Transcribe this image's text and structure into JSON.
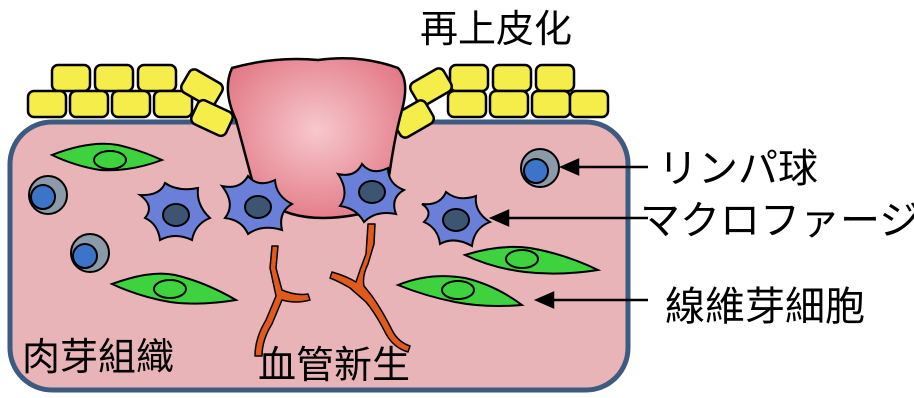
{
  "labels": {
    "reepithelialization": "再上皮化",
    "lymphocyte": "リンパ球",
    "macrophage": "マクロファージ",
    "fibroblast": "線維芽細胞",
    "granulation_tissue": "肉芽組織",
    "angiogenesis": "血管新生"
  },
  "colors": {
    "tissue_fill": "#e8b4b8",
    "tissue_stroke": "#3d5a80",
    "epithelium": "#f5ee4a",
    "scab": "#e98a96",
    "fibroblast": "#3ed23e",
    "macrophage": "#6a7fd8",
    "lymphocyte_outer": "#8a9aa8",
    "lymphocyte_inner": "#3b74c9",
    "vessel": "#e05a1c"
  }
}
